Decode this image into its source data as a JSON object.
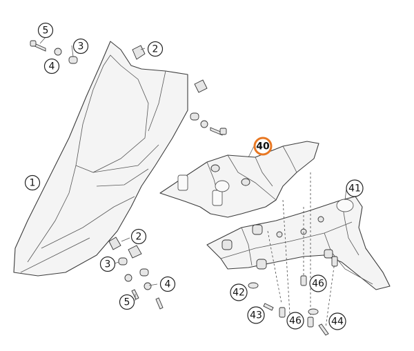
{
  "diagram": {
    "highlight_color": "#e87722",
    "callouts": [
      {
        "id": "c5a",
        "label": "5"
      },
      {
        "id": "c3a",
        "label": "3"
      },
      {
        "id": "c4a",
        "label": "4"
      },
      {
        "id": "c2a",
        "label": "2"
      },
      {
        "id": "c1",
        "label": "1"
      },
      {
        "id": "c40",
        "label": "40",
        "highlight": true
      },
      {
        "id": "c41",
        "label": "41"
      },
      {
        "id": "c2b",
        "label": "2"
      },
      {
        "id": "c3b",
        "label": "3"
      },
      {
        "id": "c4b",
        "label": "4"
      },
      {
        "id": "c5b",
        "label": "5"
      },
      {
        "id": "c42",
        "label": "42"
      },
      {
        "id": "c43",
        "label": "43"
      },
      {
        "id": "c46a",
        "label": "46"
      },
      {
        "id": "c46b",
        "label": "46"
      },
      {
        "id": "c44",
        "label": "44"
      }
    ]
  }
}
